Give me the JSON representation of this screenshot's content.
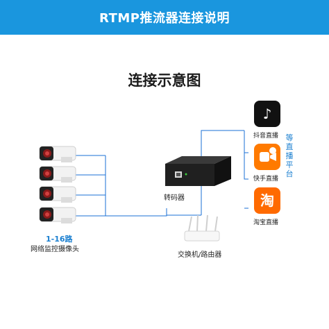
{
  "banner": {
    "title": "RTMP推流器连接说明",
    "color": "#1a96de"
  },
  "diagram": {
    "heading": "连接示意图",
    "cameras": {
      "count": 4,
      "count_label": "1-16路",
      "label": "网络监控摄像头"
    },
    "encoder": {
      "label": "转码器"
    },
    "router": {
      "label": "交换机/路由器"
    },
    "platforms": [
      {
        "name": "抖音直播",
        "icon": "douyin-icon",
        "color": "#111111"
      },
      {
        "name": "快手直播",
        "icon": "kuaishou-icon",
        "color": "#ff7a00"
      },
      {
        "name": "淘宝直播",
        "icon": "taobao-icon",
        "color": "#ff6a00"
      }
    ],
    "side_note": "等直播平台",
    "line_color": "#1a6fd6"
  }
}
